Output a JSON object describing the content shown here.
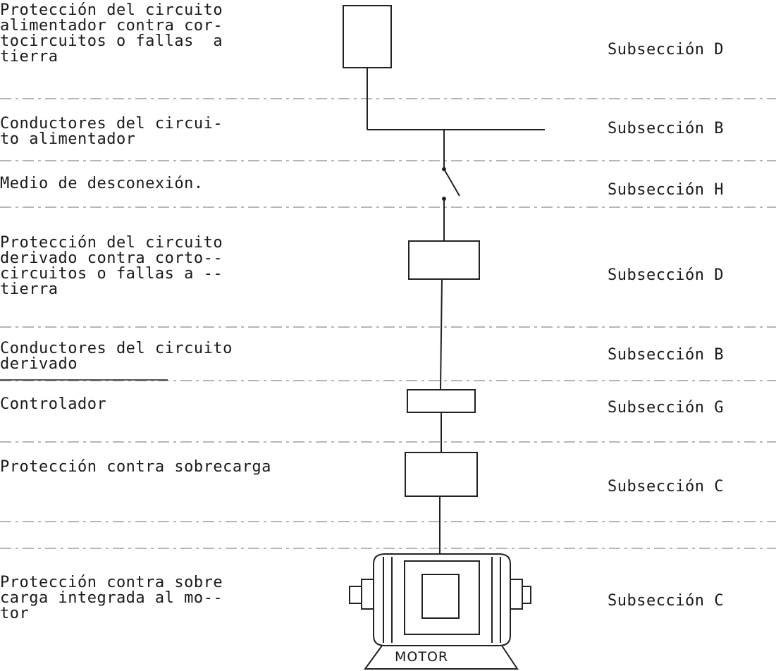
{
  "rows": [
    {
      "label": "Protección del circuito\nalimentador contra cor-\ntocircuitos o fallas  a\ntierra",
      "subsection": "Subsección D"
    },
    {
      "label": "Conductores del circui-\nto alimentador",
      "subsection": "Subsección B"
    },
    {
      "label": "Medio de desconexión.",
      "subsection": "Subsección H"
    },
    {
      "label": "Protección del circuito\nderivado contra corto--\ncircuitos o fallas a --\ntierra",
      "subsection": "Subsección D"
    },
    {
      "label": "Conductores del circuito\nderivado",
      "subsection": "Subsección B"
    },
    {
      "label": "Controlador",
      "subsection": "Subsección G"
    },
    {
      "label": "Protección contra sobrecarga",
      "subsection": "Subsección C"
    },
    {
      "label": "Protección contra sobre\ncarga integrada al mo--\ntor",
      "subsection": "Subsección C"
    }
  ],
  "motor_label": "MOTOR"
}
